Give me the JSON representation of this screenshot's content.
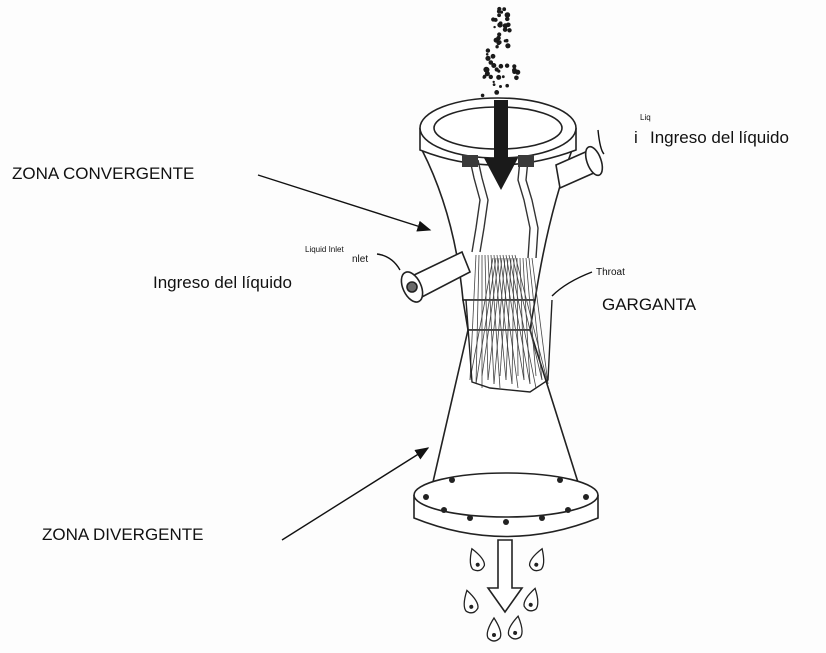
{
  "labels": {
    "convergent_zone": "ZONA CONVERGENTE",
    "liquid_inlet_left": "Ingreso del líquido",
    "liquid_inlet_right": "Ingreso del líquido",
    "throat": "GARGANTA",
    "divergent_zone": "ZONA DIVERGENTE"
  },
  "original_labels": {
    "throat_en": "Throat",
    "inlet_en": "nlet",
    "inlet_en_faded": "Liquid Inlet",
    "right_faded": "Liq"
  },
  "colors": {
    "line": "#222222",
    "body_fill": "#ffffff",
    "shade": "#e6e6e6",
    "dark": "#1a1a1a"
  },
  "icons": {
    "gas_flow": "down-arrow-icon",
    "droplets": "droplet-icon",
    "gas_particles": "dot-spray-icon"
  }
}
